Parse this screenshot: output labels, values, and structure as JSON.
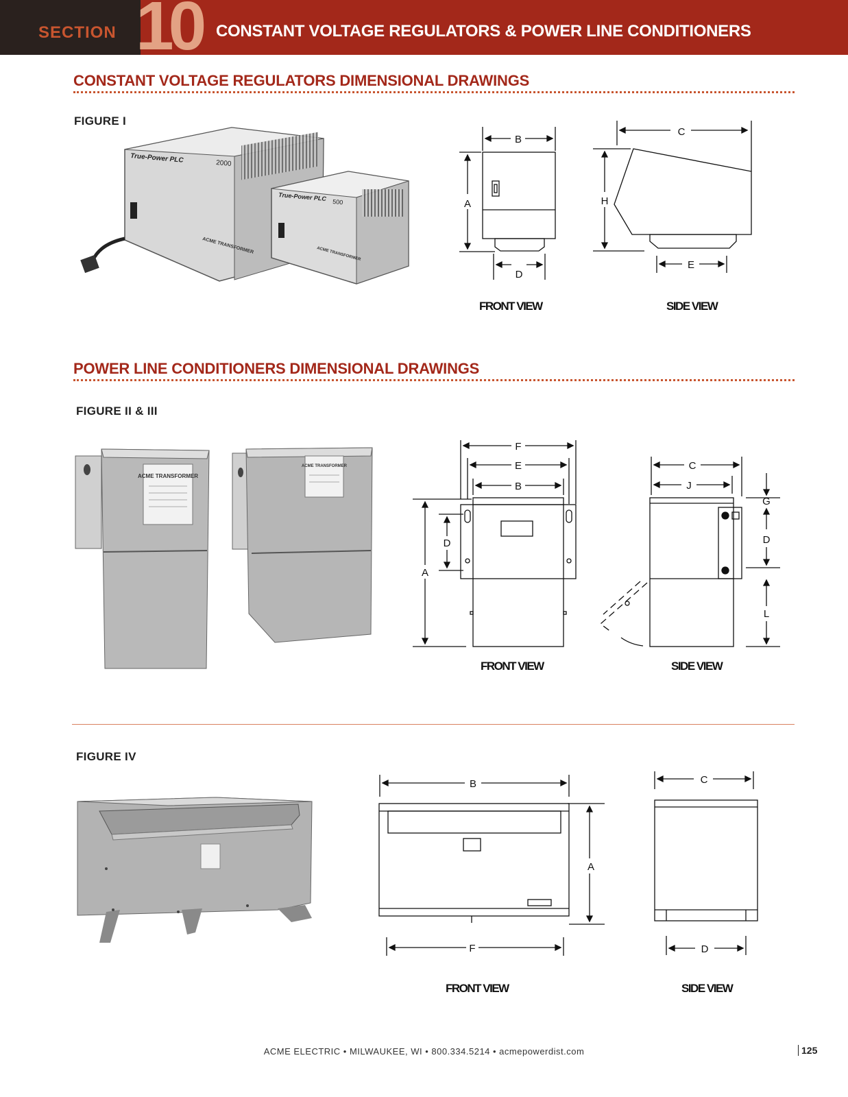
{
  "header": {
    "section_label": "SECTION",
    "section_number": "10",
    "title": "CONSTANT VOLTAGE REGULATORS & POWER LINE CONDITIONERS"
  },
  "cvr": {
    "heading": "CONSTANT VOLTAGE REGULATORS DIMENSIONAL DRAWINGS",
    "figure_label": "FIGURE I",
    "photo": {
      "unit_large_brand": "True-Power PLC",
      "unit_large_model": "2000",
      "unit_small_brand": "True-Power PLC",
      "unit_small_model": "500",
      "logo_text": "ACME TRANSFORMER"
    },
    "front_view_label": "FRONT VIEW",
    "side_view_label": "SIDE VIEW",
    "dims": {
      "b": "B",
      "a": "A",
      "d": "D",
      "c": "C",
      "h": "H",
      "e": "E"
    }
  },
  "plc": {
    "heading": "POWER LINE CONDITIONERS DIMENSIONAL DRAWINGS",
    "figure_label": "FIGURE II & III",
    "photo": {
      "logo_text": "ACME TRANSFORMER"
    },
    "front_view_label": "FRONT VIEW",
    "side_view_label": "SIDE VIEW",
    "dims": {
      "f": "F",
      "e": "E",
      "b": "B",
      "d": "D",
      "a": "A",
      "c": "C",
      "j": "J",
      "g": "G",
      "d2": "D",
      "l": "L"
    }
  },
  "fig4": {
    "figure_label": "FIGURE IV",
    "front_view_label": "FRONT VIEW",
    "side_view_label": "SIDE VIEW",
    "dims": {
      "b": "B",
      "a": "A",
      "f": "F",
      "c": "C",
      "d": "D"
    }
  },
  "footer": {
    "text": "ACME ELECTRIC • MILWAUKEE, WI • 800.334.5214 • acmepowerdist.com",
    "page_number": "125"
  }
}
